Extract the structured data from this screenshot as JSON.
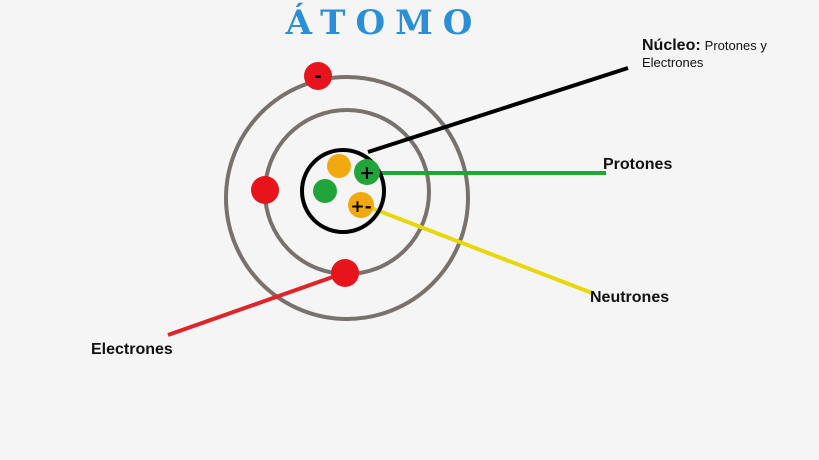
{
  "title": "ÁTOMO",
  "colors": {
    "background": "#f5f5f5",
    "title": "#2a8fd6",
    "orbit": "#7a716c",
    "electron": "#e8141c",
    "proton": "#21a43a",
    "neutron": "#f2a90f",
    "nucleus_line": "#000000",
    "proton_line": "#21a43a",
    "neutron_line": "#e8d80a",
    "electron_line": "#e0242a"
  },
  "labels": {
    "nucleus_bold": "Núcleo:",
    "nucleus_rest_line1": "Protones y",
    "nucleus_rest_line2": "Electrones",
    "protons": "Protones",
    "neutrons": "Neutrones",
    "electrons": "Electrones"
  },
  "signs": {
    "electron_top": "-",
    "proton": "+",
    "neutron": "+-"
  }
}
